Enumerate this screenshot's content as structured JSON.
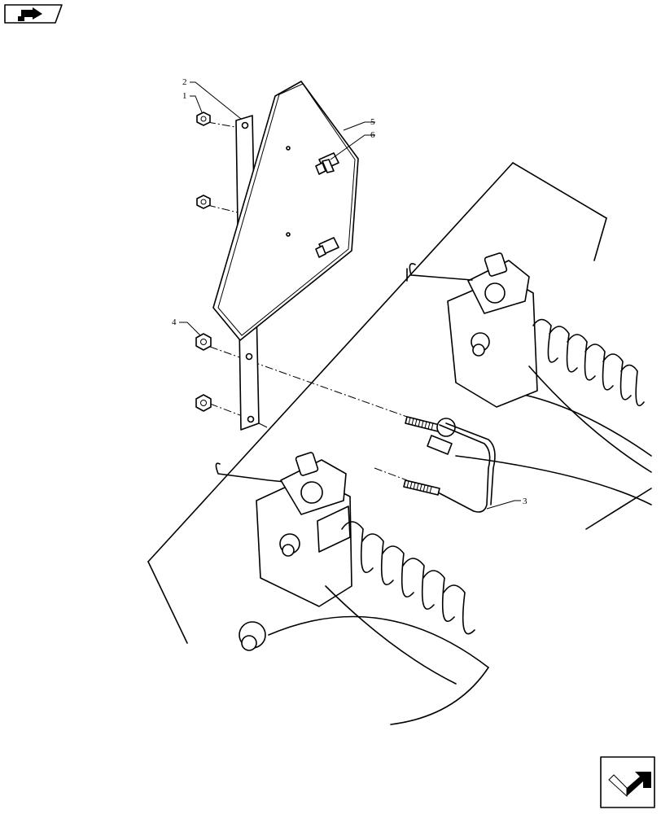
{
  "callouts": [
    {
      "id": "1",
      "label": "1"
    },
    {
      "id": "2",
      "label": "2"
    },
    {
      "id": "3",
      "label": "3"
    },
    {
      "id": "4",
      "label": "4"
    },
    {
      "id": "5",
      "label": "5"
    },
    {
      "id": "6",
      "label": "6"
    }
  ],
  "icons": {
    "top_left": "previous-page-icon",
    "bottom_right": "next-page-icon"
  }
}
